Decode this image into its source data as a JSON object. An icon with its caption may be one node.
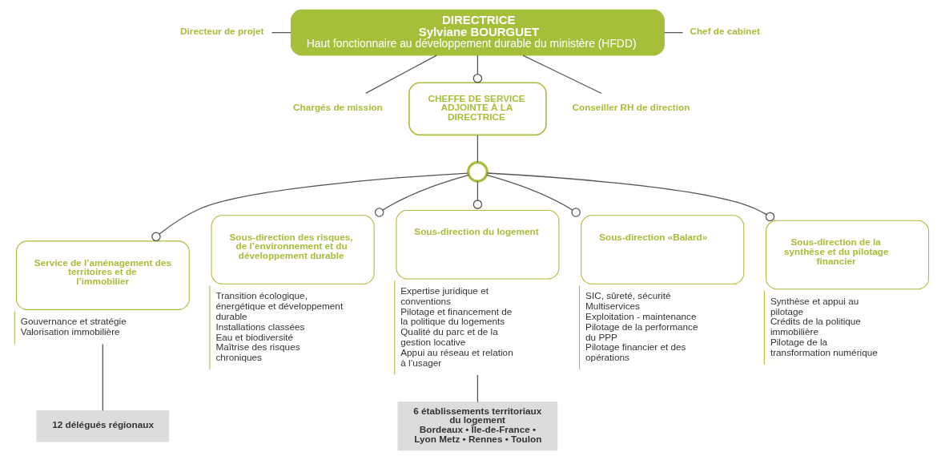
{
  "diagram": {
    "nodes": [
      {
        "text": [
          "DIRECTRICE",
          "Sylviane BOURGUET",
          "Haut fonctionnaire au développement durable du ministère (HFDD)"
        ]
      },
      {
        "text": [
          "Directeur de projet"
        ]
      },
      {
        "text": [
          "Chargés de mission"
        ]
      },
      {
        "text": [
          "Chef de cabinet"
        ]
      },
      {
        "text": [
          "Conseiller RH de direction"
        ]
      },
      {
        "text": [
          "CHEFFE DE SERVICE ADJOINTE À LA DIRECTRICE"
        ]
      },
      {
        "text": [],
        "shape": "circle"
      },
      {
        "text": [
          "Service de l’aménagement des territoires et de l’immobilier",
          "Gouvernance et stratégie",
          "Valorisation immobilière"
        ]
      },
      {
        "text": [
          "Sous-direction des risques, de l’environnement et du développement durable",
          "Transition écologique, énergétique et développement durable",
          "Installations classées",
          "Eau et biodiversité",
          "Maîtrise des risques chroniques"
        ]
      },
      {
        "text": [
          "Sous-direction du logement",
          "Expertise juridique et conventions",
          "Pilotage et financement de la politique du logements",
          "Qualité du parc et de la gestion locative",
          "Appui au réseau et relation à l’usager"
        ]
      },
      {
        "text": [
          "Sous-direction «Balard»",
          "SIC, sûreté, sécurité",
          "Multiservices",
          "Exploitation - maintenance",
          "Pilotage de la performance du PPP",
          "Pilotage financier et des opérations"
        ]
      },
      {
        "text": [
          "Sous-direction de la synthèse et du pilotage financier",
          "Synthèse et appui au pilotage",
          "Crédits de la politique immobilière",
          "Pilotage de la transformation numérique"
        ]
      },
      {
        "text": [
          "12 délégués régionaux"
        ]
      },
      {
        "text": [
          "6 établissements territoriaux du logement",
          "Bordeaux • Île-de-France • Lyon Metz • Rennes • Toulon"
        ]
      }
    ],
    "edges": [
      {
        "from": 0,
        "to": 1,
        "arrow": "none"
      },
      {
        "from": 0,
        "to": 2,
        "arrow": "none"
      },
      {
        "from": 0,
        "to": 3,
        "arrow": "none"
      },
      {
        "from": 0,
        "to": 4,
        "arrow": "none"
      },
      {
        "from": 0,
        "to": 5,
        "arrow": "other"
      },
      {
        "from": 5,
        "to": 6,
        "arrow": "none"
      },
      {
        "from": 6,
        "to": 7,
        "arrow": "other"
      },
      {
        "from": 6,
        "to": 8,
        "arrow": "other"
      },
      {
        "from": 6,
        "to": 9,
        "arrow": "other"
      },
      {
        "from": 6,
        "to": 10,
        "arrow": "other"
      },
      {
        "from": 6,
        "to": 11,
        "arrow": "other"
      },
      {
        "from": 7,
        "to": 12,
        "arrow": "none"
      },
      {
        "from": 9,
        "to": 13,
        "arrow": "none"
      }
    ]
  }
}
